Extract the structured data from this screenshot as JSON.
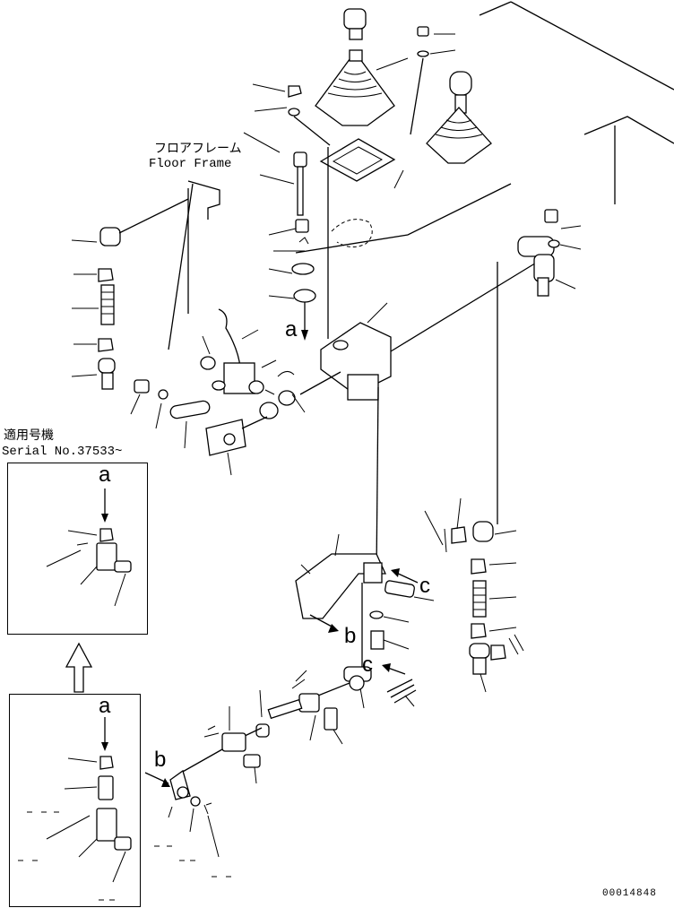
{
  "floor_frame": {
    "ja": "フロアフレーム",
    "en": "Floor Frame"
  },
  "serial_note": {
    "ja": "適用号機",
    "en": "Serial No.37533~"
  },
  "callouts": {
    "a_main": "a",
    "a_inset1": "a",
    "a_inset2": "a",
    "b_main": "b",
    "b_inset2": "b",
    "c_upper": "c",
    "c_lower": "c"
  },
  "drawing_number": "00014848"
}
